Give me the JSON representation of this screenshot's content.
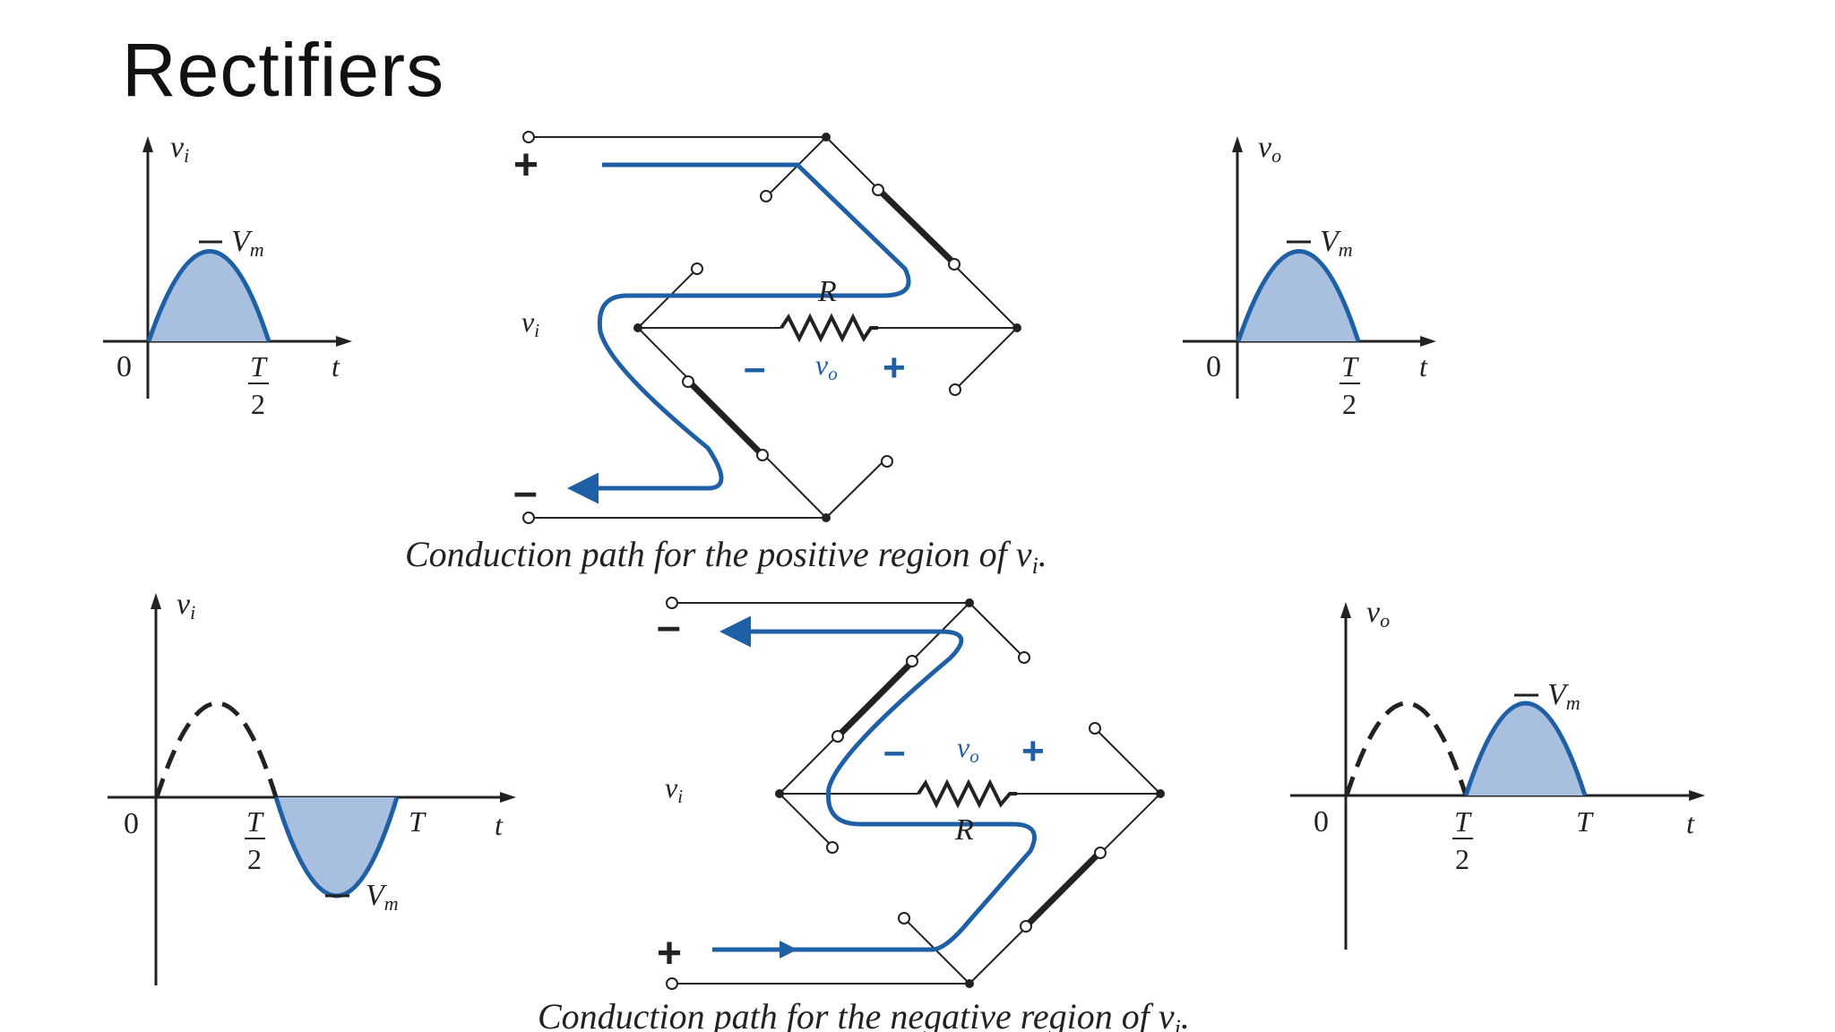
{
  "slide": {
    "title": "Rectifiers"
  },
  "top_row": {
    "input_graph": {
      "y_axis": "v",
      "y_sub": "i",
      "peak": "V",
      "peak_sub": "m",
      "origin": "0",
      "t_num": "T",
      "t_den": "2",
      "x_axis": "t"
    },
    "circuit": {
      "plus": "+",
      "minus": "–",
      "vi": "v",
      "vi_sub": "i",
      "r_label": "R",
      "vo": "v",
      "vo_sub": "o",
      "vo_minus": "–",
      "vo_plus": "+",
      "caption_pre": "Conduction path for the positive region of v",
      "caption_sub": "i",
      "caption_post": "."
    },
    "output_graph": {
      "y_axis": "v",
      "y_sub": "o",
      "peak": "V",
      "peak_sub": "m",
      "origin": "0",
      "t_num": "T",
      "t_den": "2",
      "x_axis": "t"
    }
  },
  "bottom_row": {
    "input_graph": {
      "y_axis": "v",
      "y_sub": "i",
      "peak": "V",
      "peak_sub": "m",
      "origin": "0",
      "t_num": "T",
      "t_den": "2",
      "period": "T",
      "x_axis": "t"
    },
    "circuit": {
      "plus": "+",
      "minus": "–",
      "vi": "v",
      "vi_sub": "i",
      "r_label": "R",
      "vo": "v",
      "vo_sub": "o",
      "vo_minus": "–",
      "vo_plus": "+",
      "caption_pre": "Conduction path for the negative region of v",
      "caption_sub": "i",
      "caption_post": "."
    },
    "output_graph": {
      "y_axis": "v",
      "y_sub": "o",
      "peak": "V",
      "peak_sub": "m",
      "origin": "0",
      "t_num": "T",
      "t_den": "2",
      "period": "T",
      "x_axis": "t"
    }
  },
  "colors": {
    "path_blue": "#1f5fa5",
    "fill_blue": "#a9bfe0",
    "wire": "#222222"
  }
}
